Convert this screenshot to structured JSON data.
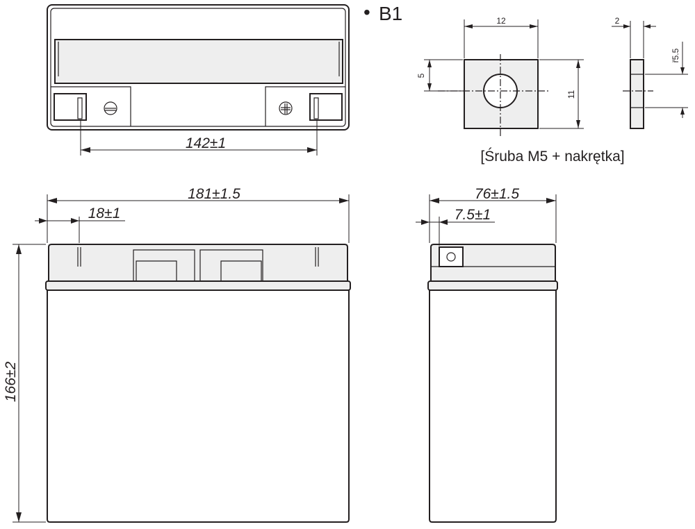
{
  "model": {
    "bullet": "•",
    "name": "B1"
  },
  "top_view": {
    "terminal_spacing": "142±1"
  },
  "front_view": {
    "width": "181±1.5",
    "terminal_offset": "18±1",
    "height": "166±2"
  },
  "side_view": {
    "depth": "76±1.5",
    "terminal_offset": "7.5±1"
  },
  "terminal_detail": {
    "plate_width": "12",
    "plate_height": "11",
    "hole_offset": "5",
    "plate_thickness": "2",
    "hole_diameter": "ř5.5",
    "caption": "[Śruba M5 + nakrętka]"
  }
}
